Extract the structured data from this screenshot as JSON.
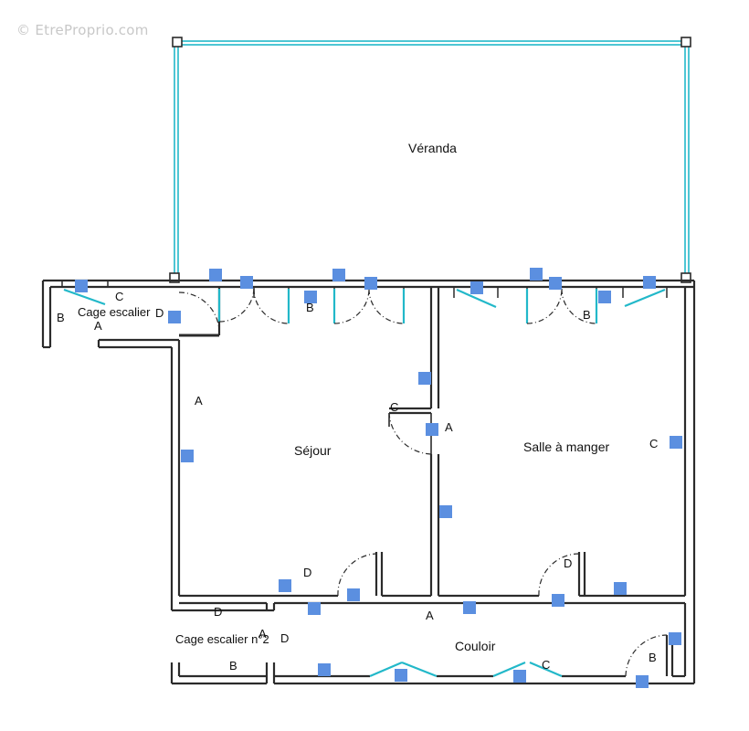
{
  "watermark": "© EtreProprio.com",
  "rooms": {
    "veranda": "Véranda",
    "sejour": "Séjour",
    "salle": "Salle à manger",
    "couloir": "Couloir",
    "cage1": "Cage escalier",
    "cage2": "Cage escalier n°2"
  },
  "wall_labels": {
    "a": "A",
    "b": "B",
    "c": "C",
    "d": "D"
  },
  "colors": {
    "wall": "#2b2b2b",
    "glazing": "#22b8c9",
    "marker": "#5b8fe0"
  }
}
